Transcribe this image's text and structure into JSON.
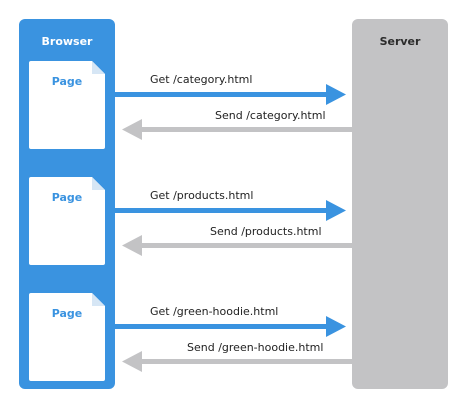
{
  "browser": {
    "title": "Browser"
  },
  "server": {
    "title": "Server"
  },
  "exchanges": [
    {
      "page_label": "Page",
      "request": "Get /category.html",
      "response": "Send /category.html"
    },
    {
      "page_label": "Page",
      "request": "Get /products.html",
      "response": "Send /products.html"
    },
    {
      "page_label": "Page",
      "request": "Get /green-hoodie.html",
      "response": "Send /green-hoodie.html"
    }
  ],
  "colors": {
    "browser": "#3a93e0",
    "server": "#c3c3c5",
    "request_arrow": "#3a93e0",
    "response_arrow": "#c3c3c5"
  }
}
